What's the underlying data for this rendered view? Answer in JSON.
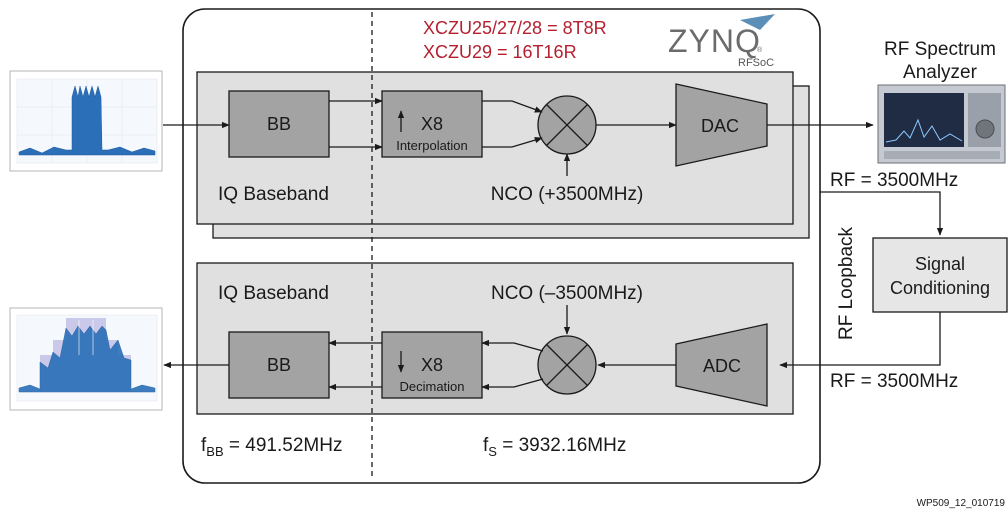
{
  "device": {
    "part_line1": "XCZU25/27/28 = 8T8R",
    "part_line2": "XCZU29 = 16T16R",
    "logo_text": "ZYNQ",
    "logo_sub": "RFSoC",
    "logo_reg": "®"
  },
  "tx": {
    "bb_label": "BB",
    "interp_factor": "X8",
    "interp_label": "Interpolation",
    "dac_label": "DAC",
    "baseband_label": "IQ Baseband",
    "nco_label": "NCO (+3500MHz)"
  },
  "rx": {
    "bb_label": "BB",
    "decim_factor": "X8",
    "decim_label": "Decimation",
    "adc_label": "ADC",
    "baseband_label": "IQ Baseband",
    "nco_label": "NCO (–3500MHz)"
  },
  "freqs": {
    "fbb_f": "f",
    "fbb_sub": "BB",
    "fbb_value": " = 491.52MHz",
    "fs_f": "f",
    "fs_sub": "S",
    "fs_value": " = 3932.16MHz"
  },
  "external": {
    "analyzer_line1": "RF Spectrum",
    "analyzer_line2": "Analyzer",
    "rf_out": "RF = 3500MHz",
    "rf_in": "RF = 3500MHz",
    "loopback": "RF Loopback",
    "conditioning_line1": "Signal",
    "conditioning_line2": "Conditioning"
  },
  "footer": {
    "figure_id": "WP509_12_010719"
  },
  "colors": {
    "outer_fill": "#ffffff",
    "panel_fill": "#e0e0e0",
    "block_fill": "#a3a3a3",
    "conditioning_fill": "#e6e6e6",
    "accent_red": "#b52030",
    "logo_blue": "#5b8fb8"
  }
}
